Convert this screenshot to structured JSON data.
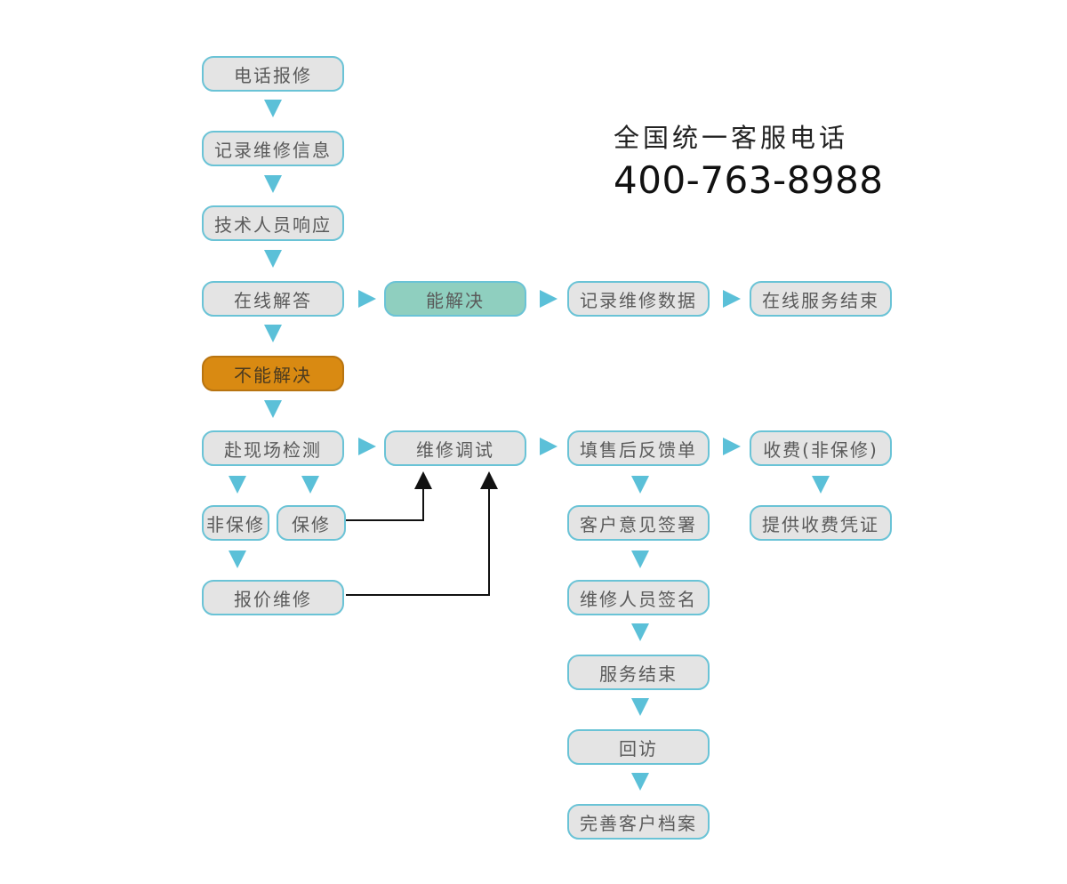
{
  "hotline": {
    "title": "全国统一客服电话",
    "number": "400-763-8988"
  },
  "colors": {
    "node_fill": "#e4e4e4",
    "node_border": "#6ac3d6",
    "arrow": "#5bc0d8",
    "resolved": "#8fcfbf",
    "unresolved": "#d98a12",
    "connector": "#111111"
  },
  "nodes": {
    "phone_report": "电话报修",
    "record_info": "记录维修信息",
    "tech_response": "技术人员响应",
    "online_answer": "在线解答",
    "can_solve": "能解决",
    "record_data": "记录维修数据",
    "online_end": "在线服务结束",
    "cannot_solve": "不能解决",
    "onsite_check": "赴现场检测",
    "repair_debug": "维修调试",
    "fill_feedback": "填售后反馈单",
    "charge": "收费(非保修)",
    "non_warranty": "非保修",
    "warranty": "保修",
    "customer_sign": "客户意见签署",
    "provide_receipt": "提供收费凭证",
    "quote_repair": "报价维修",
    "staff_sign": "维修人员签名",
    "service_end": "服务结束",
    "revisit": "回访",
    "complete_file": "完善客户档案"
  }
}
